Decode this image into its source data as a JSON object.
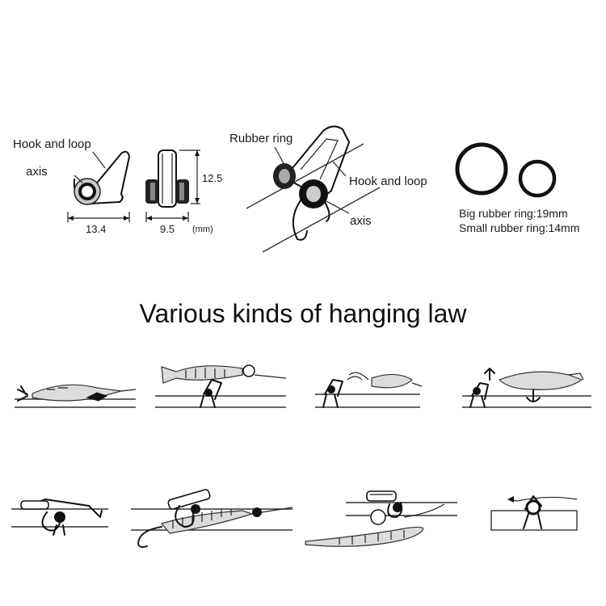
{
  "spec": {
    "side_view": {
      "label_hook_loop": "Hook and loop",
      "label_axis": "axis",
      "width_value": "13.4"
    },
    "front_view": {
      "width_value": "9.5",
      "height_value": "12.5",
      "unit": "(mm)"
    },
    "perspective_view": {
      "label_rubber_ring": "Rubber ring",
      "label_hook_loop": "Hook and loop",
      "label_axis": "axis"
    },
    "rings": {
      "big_label": "Big rubber ring:19mm",
      "small_label": "Small rubber ring:14mm"
    }
  },
  "heading": "Various kinds of hanging law",
  "usage_examples": [
    {
      "id": "squid-jig"
    },
    {
      "id": "soft-minnow"
    },
    {
      "id": "hooked-lure"
    },
    {
      "id": "treble-hook-minnow"
    },
    {
      "id": "spinner-bait"
    },
    {
      "id": "worm-on-rod"
    },
    {
      "id": "long-worm"
    },
    {
      "id": "line-clip"
    }
  ]
}
